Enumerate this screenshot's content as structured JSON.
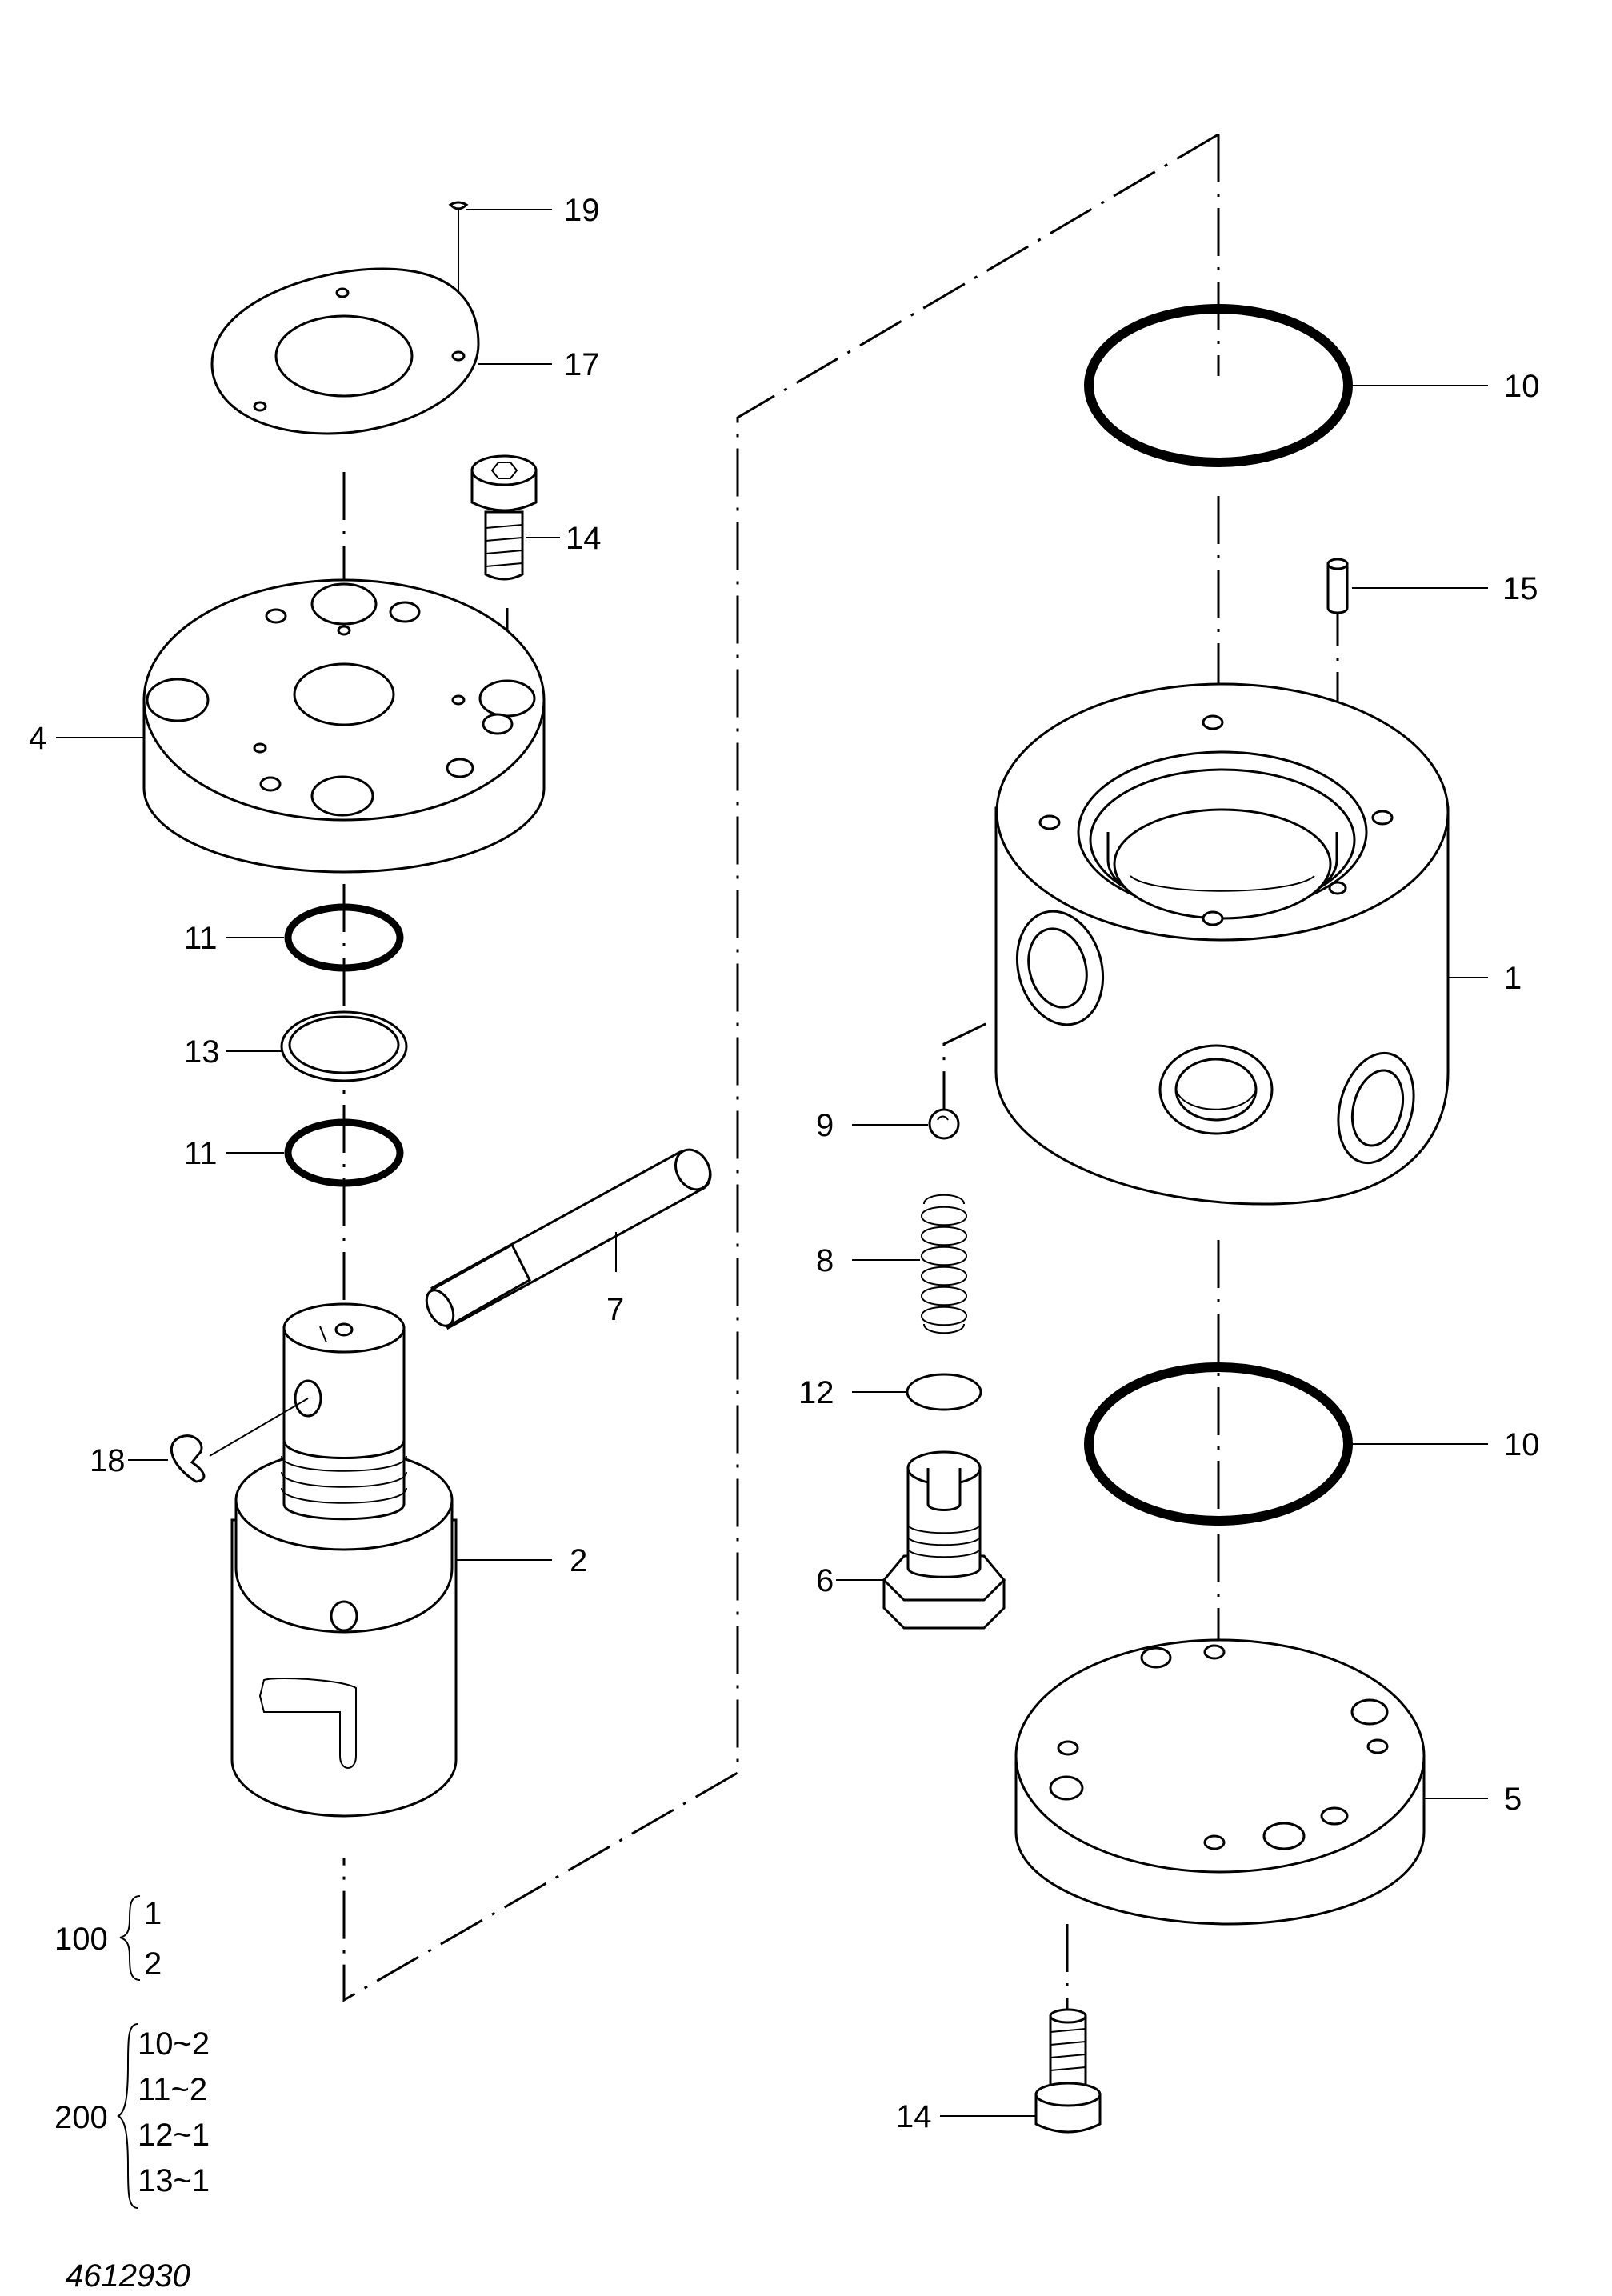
{
  "drawing_number": "4612930",
  "callouts": {
    "c1": "1",
    "c2": "2",
    "c4": "4",
    "c5": "5",
    "c6": "6",
    "c7": "7",
    "c8": "8",
    "c9": "9",
    "c10_top": "10",
    "c10_bottom": "10",
    "c11_top": "11",
    "c11_bottom": "11",
    "c12": "12",
    "c13": "13",
    "c14_top": "14",
    "c14_bottom": "14",
    "c15": "15",
    "c17": "17",
    "c18": "18",
    "c19": "19"
  },
  "kits": [
    {
      "number": "100",
      "items": [
        "1",
        "2"
      ]
    },
    {
      "number": "200",
      "items": [
        "10~2",
        "11~2",
        "12~1",
        "13~1"
      ]
    }
  ]
}
